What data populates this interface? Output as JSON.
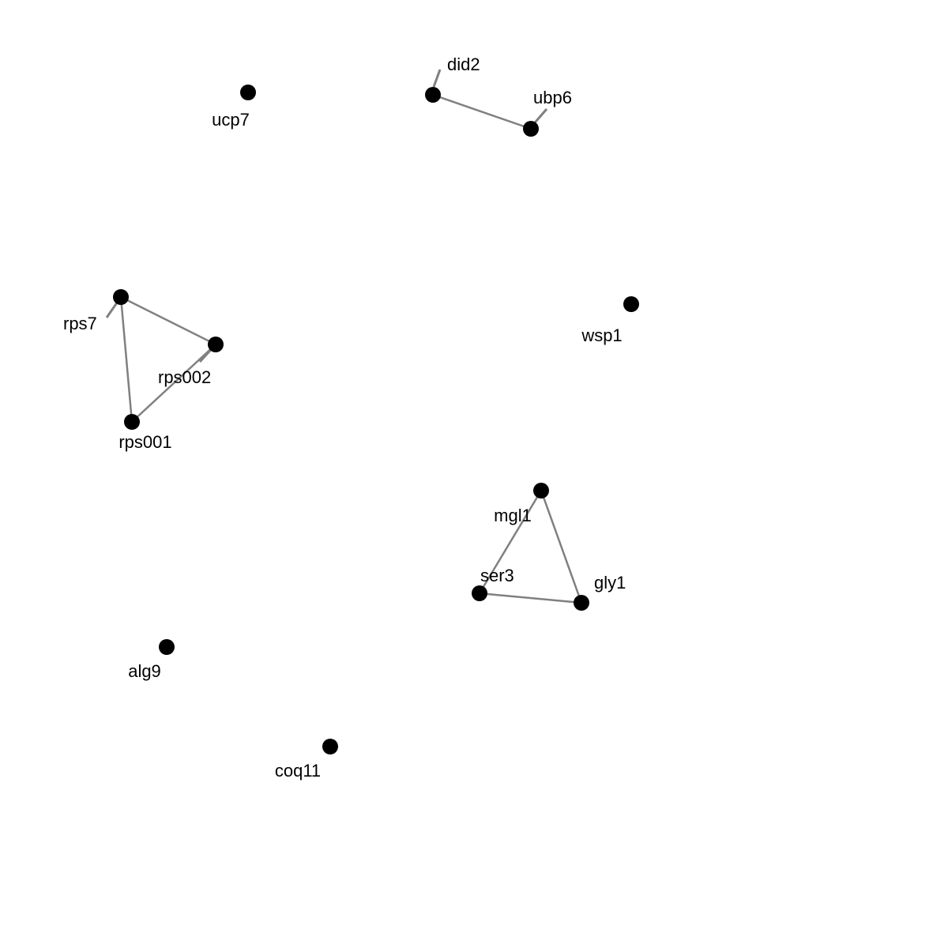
{
  "colors": {
    "background": "#ffffff",
    "node": "#000000",
    "edge": "#808080",
    "label": "#000000"
  },
  "nodes": [
    {
      "id": "ucp7",
      "label": "ucp7"
    },
    {
      "id": "did2",
      "label": "did2"
    },
    {
      "id": "ubp6",
      "label": "ubp6"
    },
    {
      "id": "rps7",
      "label": "rps7"
    },
    {
      "id": "rps002",
      "label": "rps002"
    },
    {
      "id": "rps001",
      "label": "rps001"
    },
    {
      "id": "wsp1",
      "label": "wsp1"
    },
    {
      "id": "mgl1",
      "label": "mgl1"
    },
    {
      "id": "ser3",
      "label": "ser3"
    },
    {
      "id": "gly1",
      "label": "gly1"
    },
    {
      "id": "alg9",
      "label": "alg9"
    },
    {
      "id": "coq11",
      "label": "coq11"
    }
  ],
  "edges": [
    {
      "source": "did2",
      "target": "ubp6"
    },
    {
      "source": "rps7",
      "target": "rps002"
    },
    {
      "source": "rps7",
      "target": "rps001"
    },
    {
      "source": "rps001",
      "target": "rps002"
    },
    {
      "source": "mgl1",
      "target": "ser3"
    },
    {
      "source": "mgl1",
      "target": "gly1"
    },
    {
      "source": "ser3",
      "target": "gly1"
    }
  ]
}
